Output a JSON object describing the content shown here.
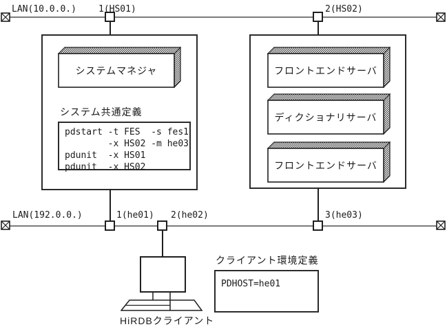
{
  "lan1": {
    "label": "LAN(10.0.0.)",
    "node1_label": "1(HS01)",
    "node2_label": "2(HS02)"
  },
  "lan2": {
    "label": "LAN(192.0.0.)",
    "node1_label": "1(he01)",
    "node2_label": "2(he02)",
    "node3_label": "3(he03)"
  },
  "unit1": {
    "server_label": "システムマネジャ",
    "definition_title": "システム共通定義",
    "definition_text": "pdstart -t FES  -s fes1\n        -x HS02 -m he03\npdunit  -x HS01\npdunit  -x HS02"
  },
  "unit2": {
    "server1_label": "フロントエンドサーバ",
    "server2_label": "ディクショナリサーバ",
    "server3_label": "フロントエンドサーバ"
  },
  "client": {
    "label": "HiRDBクライアント",
    "definition_title": "クライアント環境定義",
    "definition_text": "PDHOST=he01"
  },
  "colors": {
    "bus_line": "#7a7a7a",
    "ink": "#1f1f1f",
    "background": "#ffffff"
  },
  "icons": {
    "lan_terminator": "crossed-box",
    "node_connector": "small-square",
    "server_box": "3d-shadowed-box",
    "client_device": "desktop-computer"
  }
}
